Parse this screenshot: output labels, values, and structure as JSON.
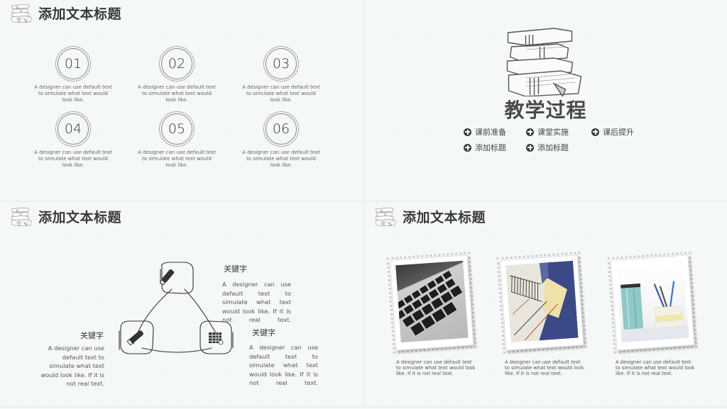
{
  "slides": {
    "s1": {
      "title": "添加文本标题",
      "items": [
        {
          "num": "01",
          "text": "A designer can use default text to simulate what text would look like."
        },
        {
          "num": "02",
          "text": "A designer can use default text to simulate what text would look like."
        },
        {
          "num": "03",
          "text": "A designer can use default text to simulate what text would look like."
        },
        {
          "num": "04",
          "text": "A designer can use default text to simulate what text would look like."
        },
        {
          "num": "05",
          "text": "A designer can use default text to simulate what text would look like."
        },
        {
          "num": "06",
          "text": "A designer can use default text to simulate what text would look like."
        }
      ]
    },
    "s2": {
      "title": "教学过程",
      "items": [
        {
          "label": "课前准备",
          "icon": "plus-circle-icon"
        },
        {
          "label": "课堂实施",
          "icon": "plus-circle-icon"
        },
        {
          "label": "课后提升",
          "icon": "plus-circle-icon"
        },
        {
          "label": "添加标题",
          "icon": "plus-circle-icon"
        },
        {
          "label": "添加标题",
          "icon": "plus-circle-icon"
        }
      ]
    },
    "s3": {
      "title": "添加文本标题",
      "keywords": [
        {
          "title": "关键字",
          "text": "A designer can use default text to simulate what text would look like. If it is not real text.",
          "icon": "marker-icon"
        },
        {
          "title": "关键字",
          "text": "A designer can use default text to simulate what text would look like. If it is not real text.",
          "icon": "pen-icon"
        },
        {
          "title": "关键字",
          "text": "A designer can use default text to simulate what text would look like. If it is not real text.",
          "icon": "spreadsheet-icon"
        }
      ]
    },
    "s4": {
      "title": "添加文本标题",
      "photos": [
        {
          "subject": "keyboard",
          "caption": "A designer can use default text to simulate what text would look like. If it is not real text."
        },
        {
          "subject": "drafting-ruler",
          "caption": "A designer can use default text to simulate what text would look like. If it is not real text."
        },
        {
          "subject": "desk-pencils",
          "caption": "A designer can use default text to simulate what text would look like. If it is not real text."
        }
      ]
    }
  },
  "colors": {
    "background": "#f7f9f9",
    "gutter": "#e9eef0",
    "title": "#3a3a3a",
    "icon": "#3c3c3c"
  }
}
